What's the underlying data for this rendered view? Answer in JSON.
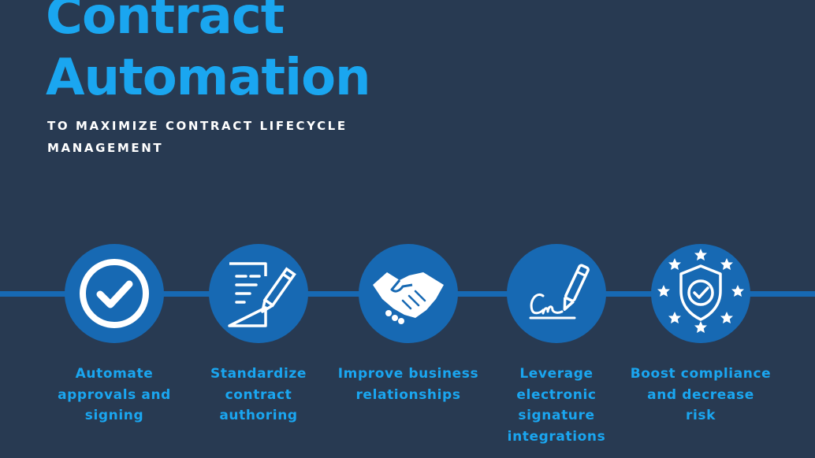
{
  "title": {
    "line1": "Contract",
    "line2": "Automation"
  },
  "subtitle": "TO MAXIMIZE CONTRACT LIFECYCLE MANAGEMENT",
  "colors": {
    "background": "#283a52",
    "accent": "#1aa6f0",
    "circle": "#1769b3",
    "text_white": "#ffffff"
  },
  "steps": [
    {
      "icon": "check-circle-icon",
      "label": "Automate approvals and signing"
    },
    {
      "icon": "document-pen-icon",
      "label": "Standardize contract authoring"
    },
    {
      "icon": "handshake-icon",
      "label": "Improve business relationships"
    },
    {
      "icon": "signature-pen-icon",
      "label": "Leverage electronic signature integrations"
    },
    {
      "icon": "shield-stars-icon",
      "label": "Boost compliance and decrease risk"
    }
  ]
}
